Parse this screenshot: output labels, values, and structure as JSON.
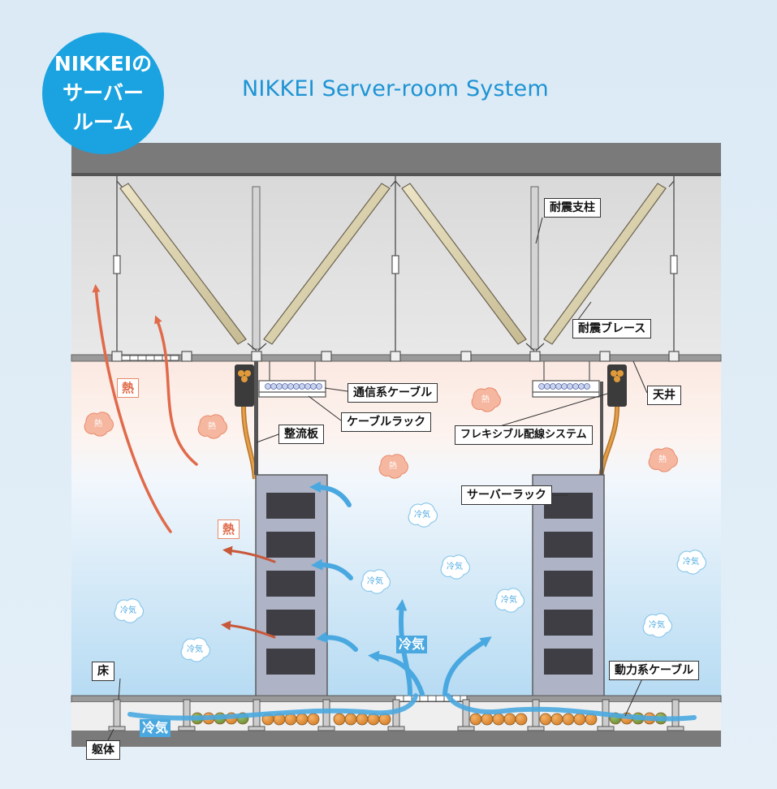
{
  "badge": {
    "line1": "NIKKEIの",
    "line2": "サーバー",
    "line3": "ルーム"
  },
  "title": "NIKKEI Server-room System",
  "labels": {
    "seismic_post": "耐震支柱",
    "seismic_brace": "耐震ブレース",
    "ceiling": "天井",
    "comm_cable": "通信系ケーブル",
    "cable_rack": "ケーブルラック",
    "rectifier_plate": "整流板",
    "flexible_wiring": "フレキシブル配線システム",
    "server_rack": "サーバーラック",
    "floor": "床",
    "power_cable": "動力系ケーブル",
    "structure": "躯体",
    "heat": "熱",
    "cool_air": "冷気"
  },
  "colors": {
    "accent_blue": "#1aa3e0",
    "heat": "#e06a4a",
    "cool": "#4aa8e0",
    "beam": "#7a7a7a",
    "brace": "#d9cfa8",
    "rack": "#aeb3c6",
    "rack_slot": "#3e3e44",
    "cable_ball": "#e0903a"
  },
  "icons": {
    "heat_cloud": "heat-cloud-icon",
    "cool_cloud": "cool-air-cloud-icon"
  }
}
